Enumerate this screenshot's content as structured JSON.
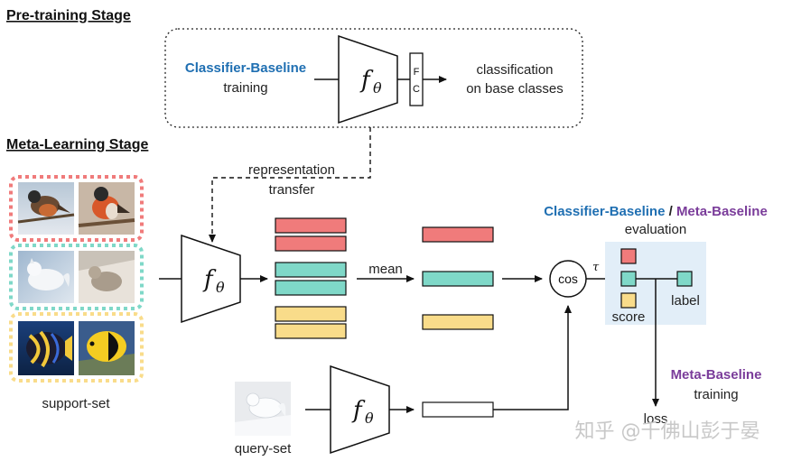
{
  "stages": {
    "pretraining": "Pre-training Stage",
    "meta_learning": "Meta-Learning Stage"
  },
  "pretrain": {
    "classifier_baseline": "Classifier-Baseline",
    "training": "training",
    "encoder": "f",
    "encoder_sub": "θ",
    "fc_top": "F",
    "fc_bottom": "C",
    "output_line1": "classification",
    "output_line2": "on base classes"
  },
  "transfer": {
    "line1": "representation",
    "line2": "transfer"
  },
  "meta": {
    "support_set": "support-set",
    "query_set": "query-set",
    "mean": "mean",
    "cos": "cos",
    "tau": "τ",
    "score": "score",
    "label": "label",
    "loss": "loss",
    "eval_classifier": "Classifier-Baseline",
    "eval_slash": " / ",
    "eval_meta": "Meta-Baseline",
    "evaluation": "evaluation",
    "train_meta": "Meta-Baseline",
    "training": "training"
  },
  "watermark": "知乎 @千佛山彭于晏",
  "colors": {
    "red": "#f07b7b",
    "teal": "#7fd8c8",
    "yellow": "#f9dc8a",
    "blue_text": "#1f6fb2",
    "purple_text": "#7a3c9a",
    "panel": "#e2eef8"
  }
}
